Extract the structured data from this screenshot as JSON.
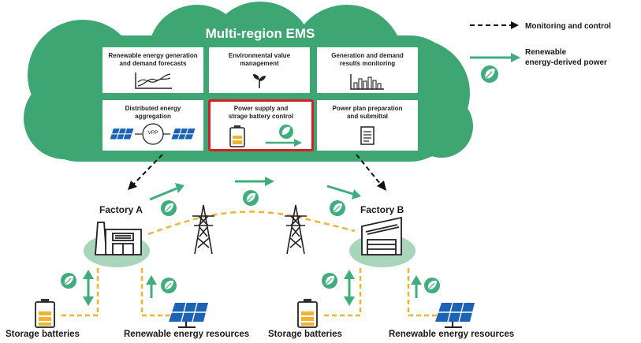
{
  "cloud": {
    "title": "Multi-region EMS",
    "functions": [
      {
        "label": "Renewable energy generation\nand demand forecasts",
        "icon": "forecast-chart-icon"
      },
      {
        "label": "Environmental value\nmanagement",
        "icon": "sprout-icon"
      },
      {
        "label": "Generation and demand\nresults monitoring",
        "icon": "bar-chart-icon"
      },
      {
        "label": "Distributed energy\naggregation",
        "icon": "vpp-aggregation-icon",
        "center_text": "VPP"
      },
      {
        "label": "Power supply and\nstrage battery control",
        "icon": "battery-control-icon",
        "highlighted": true
      },
      {
        "label": "Power plan preparation\nand submittal",
        "icon": "document-icon"
      }
    ]
  },
  "legend": {
    "monitoring": "Monitoring and control",
    "renewable": "Renewable\nenergy-derived power"
  },
  "sites": {
    "factory_a": "Factory A",
    "factory_b": "Factory B"
  },
  "bottom_labels": [
    "Storage batteries",
    "Renewable energy resources",
    "Storage batteries",
    "Renewable energy resources"
  ],
  "colors": {
    "cloud_green": "#3da673",
    "arrow_green": "#3fae7c",
    "highlight_red": "#d51f26",
    "power_line_orange": "#f0b432",
    "battery_yellow": "#f0b432",
    "solar_blue": "#1d63b5",
    "ground_green": "#a9d6bb"
  }
}
